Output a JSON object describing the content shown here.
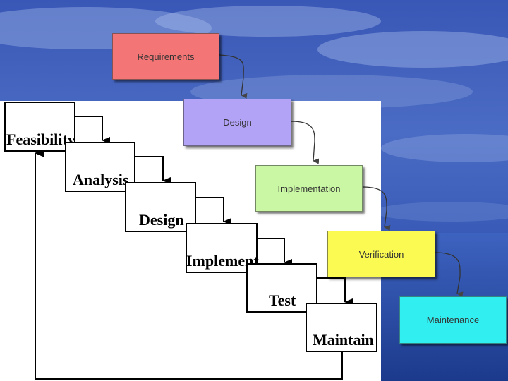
{
  "colors": {
    "requirements": "#f47575",
    "design": "#b3a3f7",
    "implementation": "#c9f7a4",
    "verification": "#fafa52",
    "maintenance": "#31eef0",
    "panel": "#ffffff",
    "sky": "#2f4fa8"
  },
  "waterfall": {
    "feasibility": "Feasibility",
    "analysis": "Analysis",
    "design": "Design",
    "implement": "Implement",
    "test": "Test",
    "maintain": "Maintain"
  },
  "classic": {
    "requirements": "Requirements",
    "design": "Design",
    "implementation": "Implementation",
    "verification": "Verification",
    "maintenance": "Maintenance"
  }
}
